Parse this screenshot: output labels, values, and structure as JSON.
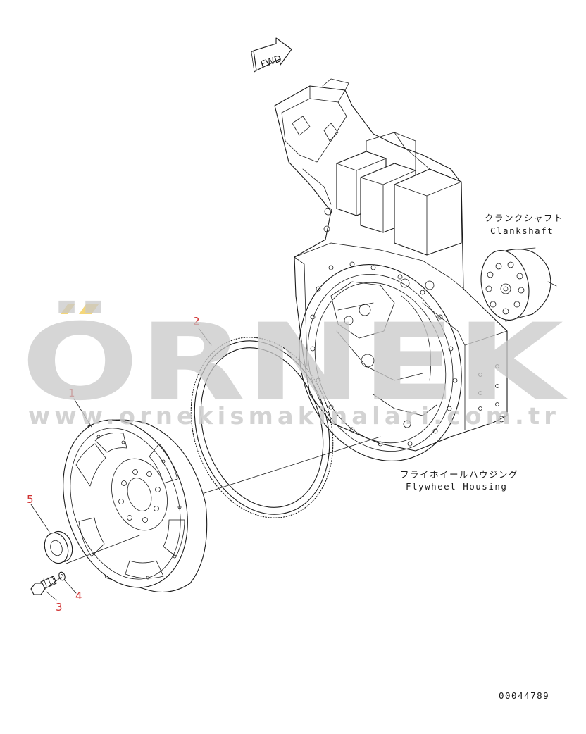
{
  "fwd_mark": "FWD",
  "parts": [
    {
      "no": "1"
    },
    {
      "no": "2"
    },
    {
      "no": "3"
    },
    {
      "no": "4"
    },
    {
      "no": "5"
    }
  ],
  "labels": {
    "crankshaft_jp": "クランクシャフト",
    "crankshaft_en": "Clankshaft",
    "housing_jp": "フライホイールハウジング",
    "housing_en": "Flywheel Housing"
  },
  "figure_code": "00044789",
  "watermark": {
    "brand": "ÖRNEK",
    "url": "www.ornekismakinalari.com.tr"
  },
  "colors": {
    "callout": "#d03030",
    "watermark": "#c9c9c9",
    "watermark_accent": "#f2c94c"
  }
}
